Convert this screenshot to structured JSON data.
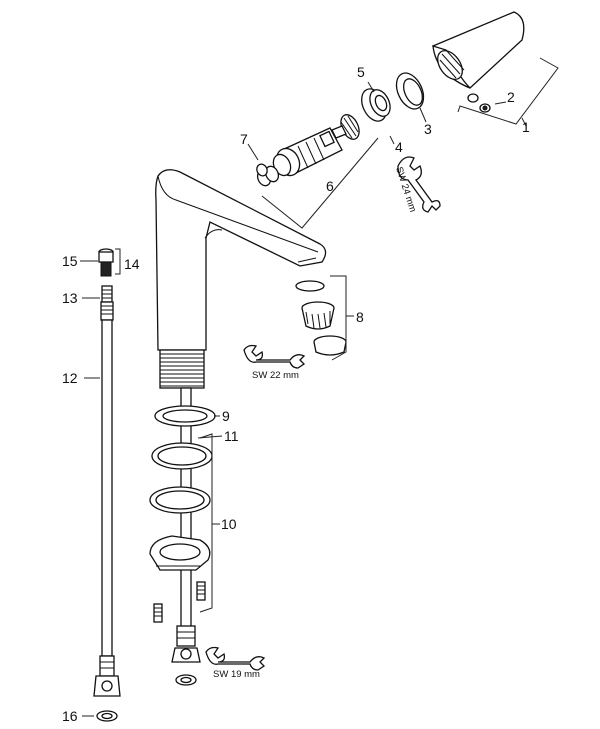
{
  "labels": {
    "p1": "1",
    "p2": "2",
    "p3": "3",
    "p4": "4",
    "p5": "5",
    "p6": "6",
    "p7": "7",
    "p8": "8",
    "p9": "9",
    "p10": "10",
    "p11": "11",
    "p12": "12",
    "p13": "13",
    "p14": "14",
    "p15": "15",
    "p16": "16"
  },
  "wrench_sizes": {
    "sw24": "SW 24 mm",
    "sw22": "SW 22 mm",
    "sw19": "SW 19 mm"
  }
}
